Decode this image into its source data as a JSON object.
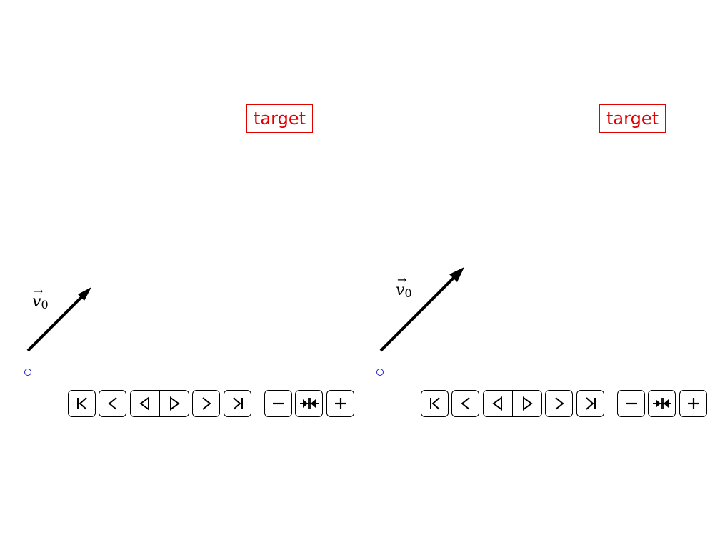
{
  "panels": [
    {
      "id": "left",
      "target_label": "target",
      "vector": {
        "symbol": "v",
        "subscript": "0"
      },
      "colors": {
        "target": "#e00000",
        "origin": "#1f1fcc",
        "vector": "#000000"
      }
    },
    {
      "id": "right",
      "target_label": "target",
      "vector": {
        "symbol": "v",
        "subscript": "0"
      },
      "colors": {
        "target": "#e00000",
        "origin": "#1f1fcc",
        "vector": "#000000"
      }
    }
  ],
  "controls": {
    "buttons": [
      {
        "name": "first-frame",
        "icon": "skip-to-start-icon"
      },
      {
        "name": "step-back",
        "icon": "chevron-left-icon"
      },
      {
        "name": "play-reverse",
        "icon": "play-reverse-icon"
      },
      {
        "name": "play-forward",
        "icon": "play-icon"
      },
      {
        "name": "step-forward",
        "icon": "chevron-right-icon"
      },
      {
        "name": "last-frame",
        "icon": "skip-to-end-icon"
      },
      {
        "name": "slower",
        "icon": "minus-icon"
      },
      {
        "name": "reset-speed",
        "icon": "reset-speed-icon"
      },
      {
        "name": "faster",
        "icon": "plus-icon"
      }
    ]
  }
}
